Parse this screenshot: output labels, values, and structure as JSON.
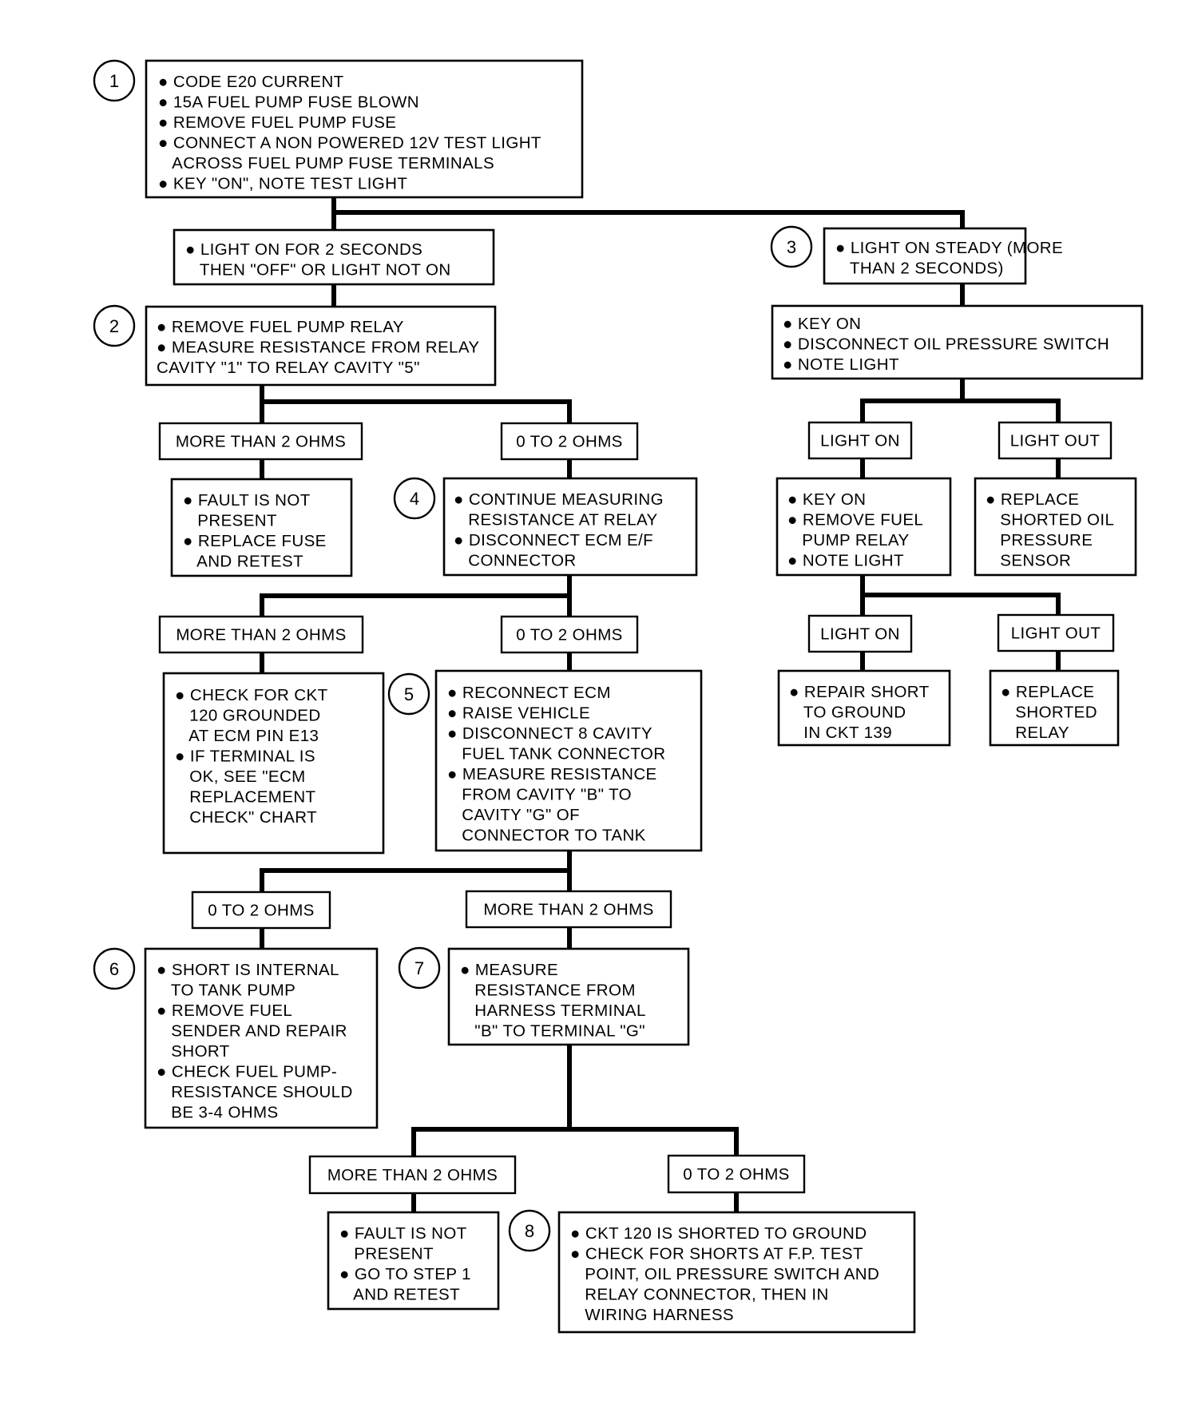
{
  "steps": [
    {
      "id": "s1",
      "number": "1",
      "lines": [
        "● CODE E20 CURRENT",
        "● 15A FUEL PUMP FUSE BLOWN",
        "● REMOVE FUEL PUMP FUSE",
        "● CONNECT A NON POWERED 12V TEST LIGHT",
        "   ACROSS FUEL PUMP FUSE TERMINALS",
        "● KEY \"ON\", NOTE TEST LIGHT"
      ]
    },
    {
      "id": "s2",
      "number": "2",
      "lines": [
        "● REMOVE FUEL PUMP RELAY",
        "● MEASURE RESISTANCE FROM RELAY",
        "CAVITY \"1\" TO RELAY CAVITY \"5\""
      ]
    },
    {
      "id": "s3",
      "number": "3",
      "lines": [
        "● LIGHT ON STEADY (MORE",
        "   THAN 2 SECONDS)"
      ]
    },
    {
      "id": "s4",
      "number": "4",
      "lines": [
        "● CONTINUE MEASURING",
        "   RESISTANCE AT RELAY",
        "● DISCONNECT ECM E/F",
        "   CONNECTOR"
      ]
    },
    {
      "id": "s5",
      "number": "5",
      "lines": [
        "● RECONNECT ECM",
        "● RAISE VEHICLE",
        "● DISCONNECT 8 CAVITY",
        "   FUEL TANK CONNECTOR",
        "● MEASURE RESISTANCE",
        "   FROM CAVITY \"B\" TO",
        "   CAVITY \"G\" OF",
        "   CONNECTOR TO TANK"
      ]
    },
    {
      "id": "s6",
      "number": "6",
      "lines": [
        "● SHORT IS INTERNAL",
        "   TO TANK PUMP",
        "● REMOVE FUEL",
        "   SENDER AND REPAIR",
        "   SHORT",
        "● CHECK FUEL PUMP-",
        "   RESISTANCE SHOULD",
        "   BE 3-4 OHMS"
      ]
    },
    {
      "id": "s7",
      "number": "7",
      "lines": [
        "● MEASURE",
        "   RESISTANCE FROM",
        "   HARNESS TERMINAL",
        "   \"B\" TO TERMINAL \"G\""
      ]
    },
    {
      "id": "s8",
      "number": "8",
      "lines": [
        "● CKT 120 IS SHORTED TO GROUND",
        "● CHECK FOR SHORTS AT F.P. TEST",
        "   POINT, OIL PRESSURE SWITCH AND",
        "   RELAY CONNECTOR, THEN IN",
        "   WIRING HARNESS"
      ]
    }
  ],
  "results": [
    {
      "id": "r_light2",
      "lines": [
        "● LIGHT ON FOR 2 SECONDS",
        "   THEN \"OFF\" OR LIGHT NOT ON"
      ]
    },
    {
      "id": "r_keyon_oil",
      "lines": [
        "● KEY ON",
        "● DISCONNECT OIL PRESSURE SWITCH",
        "● NOTE LIGHT"
      ]
    },
    {
      "id": "r_fault1",
      "lines": [
        "● FAULT IS NOT",
        "   PRESENT",
        "● REPLACE FUSE",
        "   AND RETEST"
      ]
    },
    {
      "id": "r_keyon_relay",
      "lines": [
        "● KEY ON",
        "● REMOVE FUEL",
        "   PUMP RELAY",
        "● NOTE LIGHT"
      ]
    },
    {
      "id": "r_oilsensor",
      "lines": [
        "● REPLACE",
        "   SHORTED OIL",
        "   PRESSURE",
        "   SENSOR"
      ]
    },
    {
      "id": "r_ckt120",
      "lines": [
        "● CHECK FOR CKT",
        "   120 GROUNDED",
        "   AT ECM PIN E13",
        "● IF TERMINAL IS",
        "   OK, SEE \"ECM",
        "   REPLACEMENT",
        "   CHECK\" CHART"
      ]
    },
    {
      "id": "r_repair139",
      "lines": [
        "● REPAIR SHORT",
        "   TO GROUND",
        "   IN CKT 139"
      ]
    },
    {
      "id": "r_relay",
      "lines": [
        "● REPLACE",
        "   SHORTED",
        "   RELAY"
      ]
    },
    {
      "id": "r_fault2",
      "lines": [
        "● FAULT IS NOT",
        "   PRESENT",
        "● GO TO STEP 1",
        "   AND RETEST"
      ]
    }
  ],
  "branch_labels": [
    {
      "id": "b_more_2a",
      "text": "MORE THAN 2 OHMS"
    },
    {
      "id": "b_zero_2a",
      "text": "0 TO 2 OHMS"
    },
    {
      "id": "b_lighton_a",
      "text": "LIGHT ON"
    },
    {
      "id": "b_lightout_a",
      "text": "LIGHT OUT"
    },
    {
      "id": "b_more_4",
      "text": "MORE THAN 2 OHMS"
    },
    {
      "id": "b_zero_4",
      "text": "0 TO 2 OHMS"
    },
    {
      "id": "b_lighton_b",
      "text": "LIGHT ON"
    },
    {
      "id": "b_lightout_b",
      "text": "LIGHT OUT"
    },
    {
      "id": "b_zero_5",
      "text": "0 TO 2 OHMS"
    },
    {
      "id": "b_more_5",
      "text": "MORE THAN 2 OHMS"
    },
    {
      "id": "b_more_7",
      "text": "MORE THAN 2 OHMS"
    },
    {
      "id": "b_zero_7",
      "text": "0 TO 2 OHMS"
    }
  ]
}
